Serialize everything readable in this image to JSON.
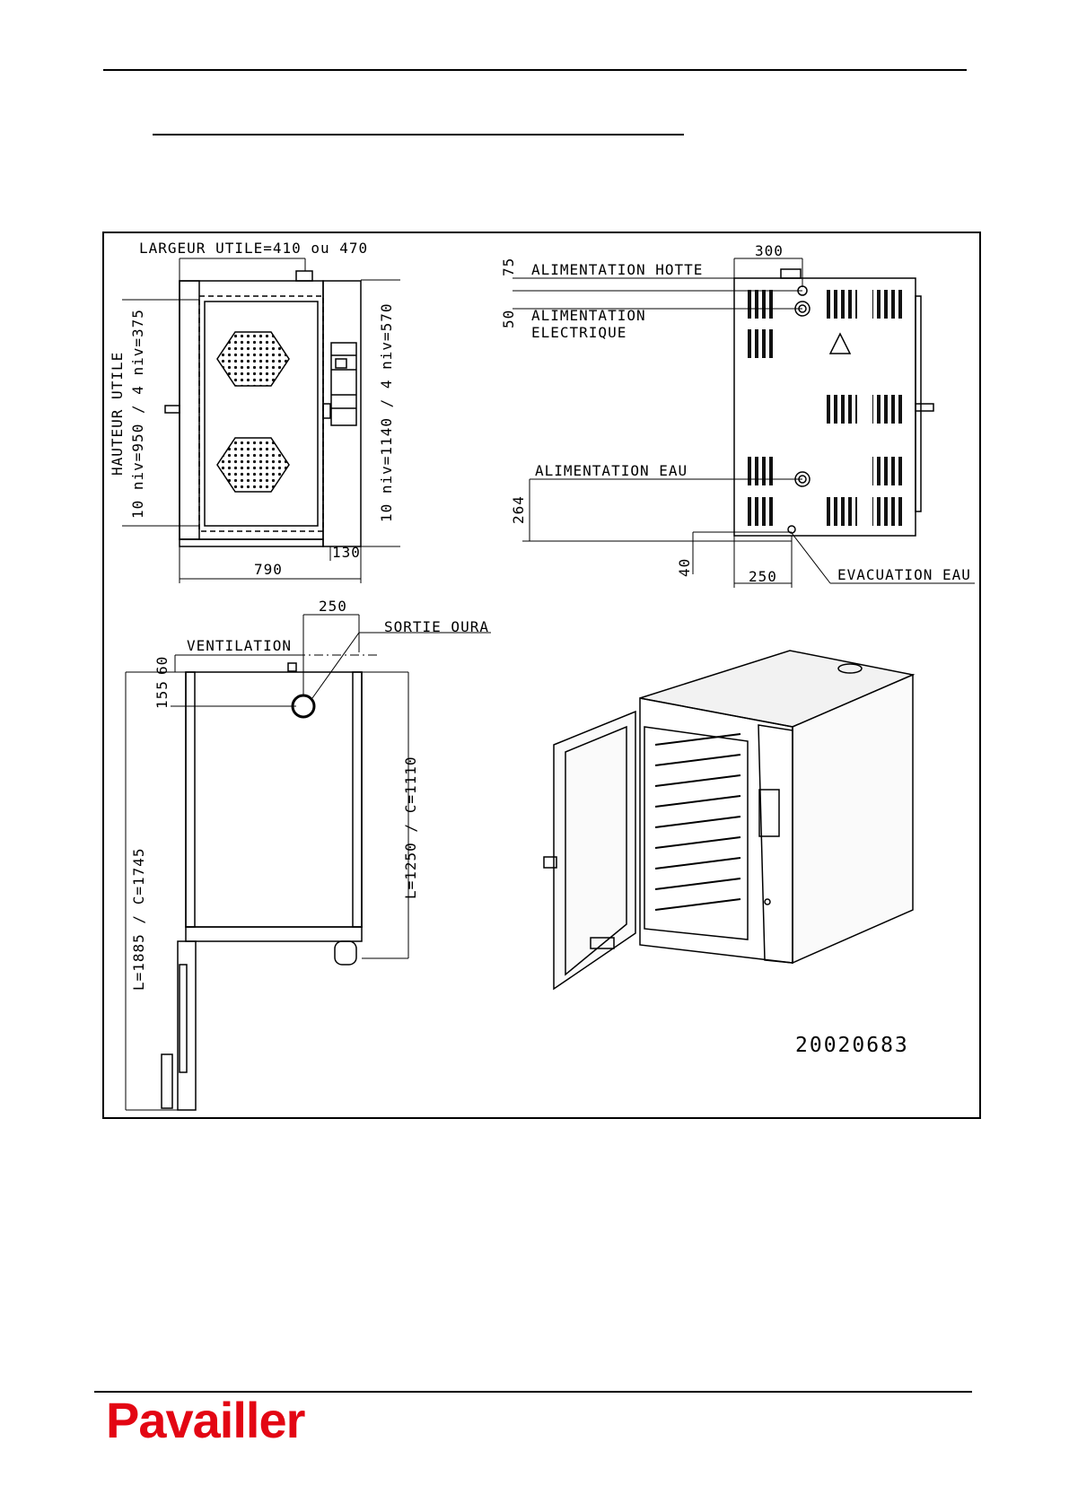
{
  "labels": {
    "largeur_utile": "LARGEUR UTILE=410 ou 470",
    "hauteur_utile": "HAUTEUR UTILE",
    "hauteur_values": "10 niv=950 / 4 niv=375",
    "hauteur_totale": "10 niv=1140 / 4 niv=570",
    "w790": "790",
    "w130": "130",
    "d75": "75",
    "d50": "50",
    "d300": "300",
    "alim_hotte": "ALIMENTATION HOTTE",
    "alim_elec_1": "ALIMENTATION",
    "alim_elec_2": "ELECTRIQUE",
    "alim_eau": "ALIMENTATION EAU",
    "d264": "264",
    "d40": "40",
    "d250_back": "250",
    "evac_eau": "EVACUATION EAU",
    "d250_top": "250",
    "sortie_oura": "SORTIE OURA",
    "ventilation": "VENTILATION",
    "d155": "155",
    "d60": "60",
    "depth_l": "L=1885 / C=1745",
    "depth_c": "L=1250 / C=1110"
  },
  "reference": "20020683",
  "brand": "Pavailler",
  "colors": {
    "brand": "#e30613",
    "line": "#000000"
  }
}
